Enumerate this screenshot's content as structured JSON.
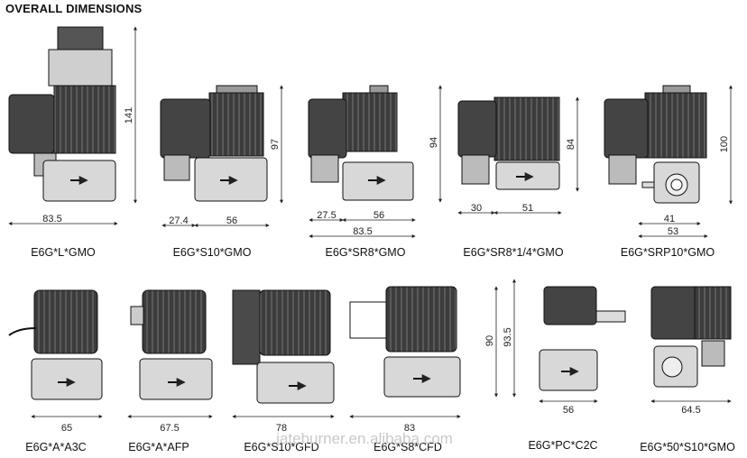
{
  "title": "OVERALL DIMENSIONS",
  "watermark": "jateburner.en.alibaba.com",
  "colors": {
    "coil": "#3a3a3a",
    "body": "#cfcfcf",
    "line": "#111111",
    "dim": "#222222",
    "background": "#ffffff"
  },
  "models": [
    {
      "name": "E6G*L*GMO",
      "dims": [
        "83.5",
        "141"
      ]
    },
    {
      "name": "E6G*S10*GMO",
      "dims": [
        "27.4",
        "56",
        "97"
      ]
    },
    {
      "name": "E6G*SR8*GMO",
      "dims": [
        "27.5",
        "56",
        "83.5",
        "94"
      ]
    },
    {
      "name": "E6G*SR8*1/4*GMO",
      "dims": [
        "30",
        "51",
        "84"
      ]
    },
    {
      "name": "E6G*SRP10*GMO",
      "dims": [
        "41",
        "53",
        "100"
      ]
    },
    {
      "name": "E6G*A*A3C",
      "dims": [
        "65"
      ]
    },
    {
      "name": "E6G*A*AFP",
      "dims": [
        "67.5"
      ]
    },
    {
      "name": "E6G*S10*GFD",
      "dims": [
        "78"
      ]
    },
    {
      "name": "E6G*S8*CFD",
      "dims": [
        "83",
        "90",
        "93.5"
      ]
    },
    {
      "name": "E6G*PC*C2C",
      "dims": [
        "56"
      ]
    },
    {
      "name": "E6G*50*S10*GMO",
      "dims": [
        "64.5"
      ]
    }
  ]
}
